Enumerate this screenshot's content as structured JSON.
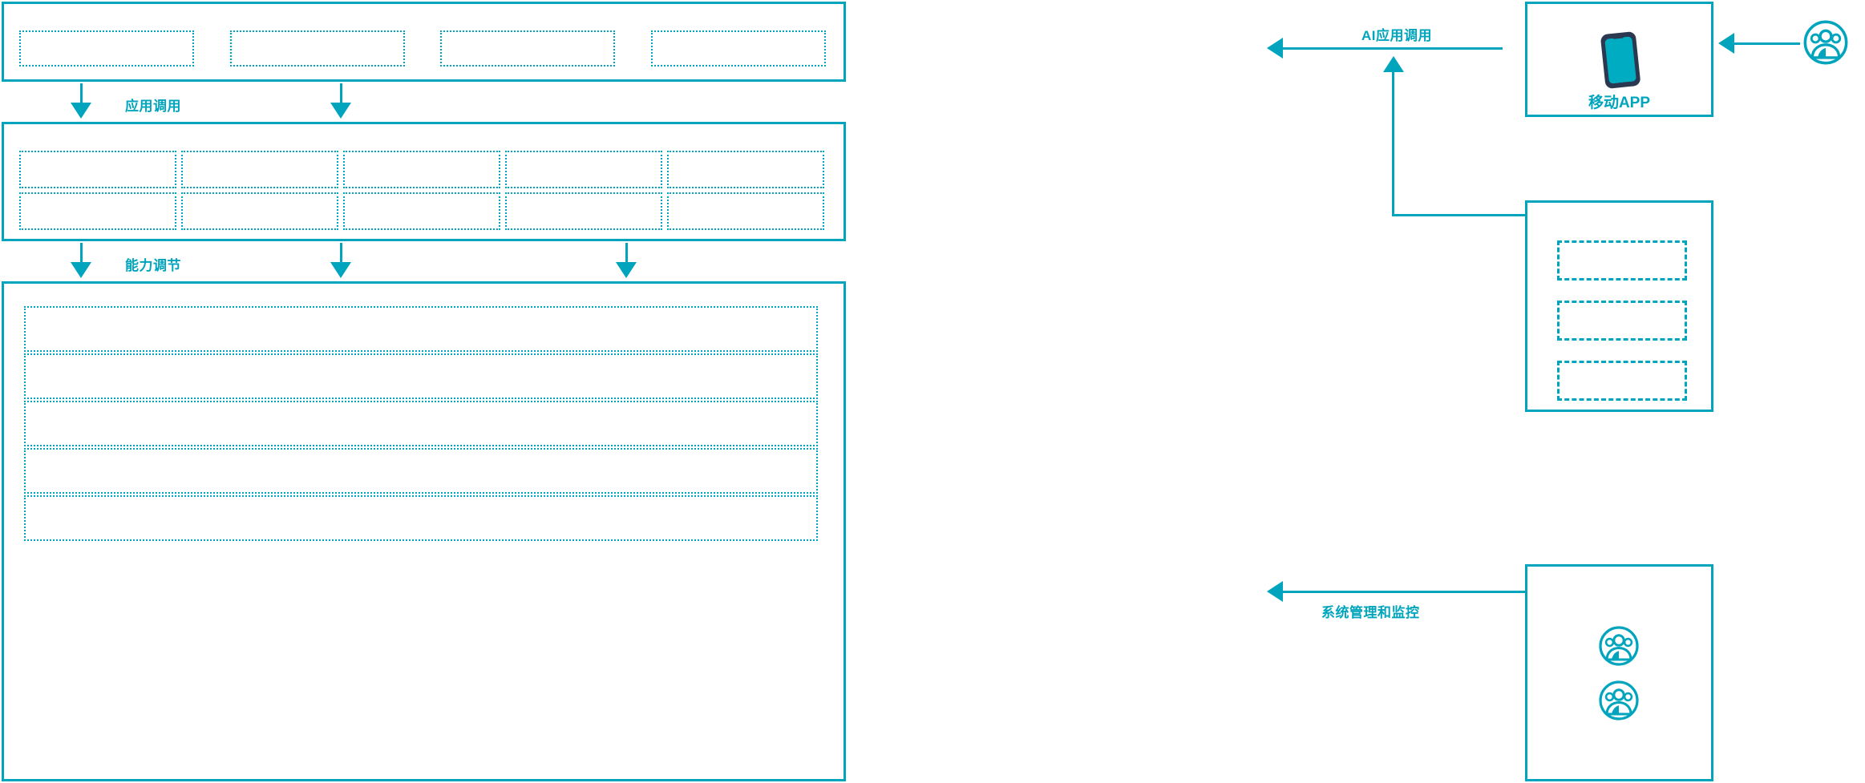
{
  "diagram": {
    "accent_color": "#00a5bd",
    "phone_frame_color": "#2b3950",
    "phone_screen_color": "#00acc1",
    "background_color": "#ffffff"
  },
  "flow_labels": {
    "app_call": "应用调用",
    "capability_tuning": "能力调节",
    "ai_app_call": "AI应用调用",
    "system_admin_monitor": "系统管理和监控"
  },
  "layers": {
    "application_layer": {
      "name": "application-layer",
      "slots": [
        "",
        "",
        "",
        ""
      ]
    },
    "capability_layer": {
      "name": "capability-layer",
      "columns": 5,
      "rows": 2,
      "slots": [
        "",
        "",
        "",
        "",
        "",
        "",
        "",
        "",
        "",
        ""
      ]
    },
    "platform_layer": {
      "name": "platform-layer",
      "slots": [
        "",
        "",
        "",
        "",
        ""
      ]
    }
  },
  "right_column": {
    "mobile_app_node": {
      "caption": "移动APP",
      "icon": "smartphone-icon"
    },
    "channel_node": {
      "caption": "",
      "slots": [
        "",
        "",
        ""
      ]
    },
    "ops_node": {
      "caption": "",
      "icons": [
        "user-group-icon",
        "user-group-icon"
      ]
    },
    "external_user": {
      "icon": "user-group-icon",
      "caption": ""
    }
  }
}
